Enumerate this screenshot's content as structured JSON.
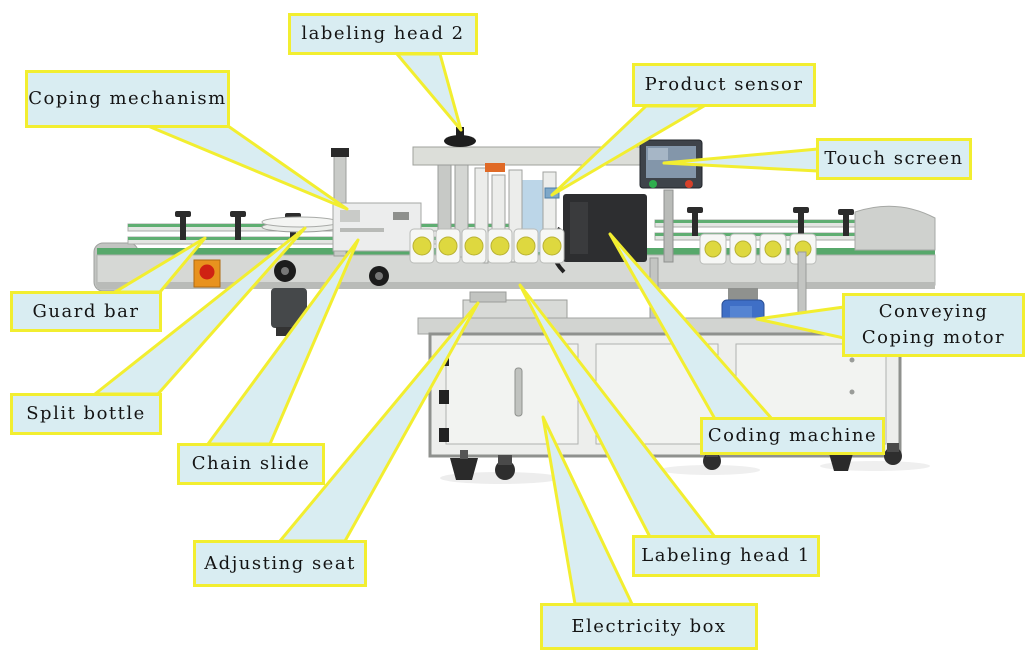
{
  "diagram": {
    "labels": [
      {
        "id": "labeling-head-2",
        "text": "labeling head 2"
      },
      {
        "id": "coping-mechanism",
        "text": "Coping mechanism"
      },
      {
        "id": "product-sensor",
        "text": "Product sensor"
      },
      {
        "id": "touch-screen",
        "text": "Touch screen"
      },
      {
        "id": "guard-bar",
        "text": "Guard bar"
      },
      {
        "id": "split-bottle",
        "text": "Split bottle"
      },
      {
        "id": "chain-slide",
        "text": "Chain slide"
      },
      {
        "id": "adjusting-seat",
        "text": "Adjusting seat"
      },
      {
        "id": "electricity-box",
        "text": "Electricity box"
      },
      {
        "id": "labeling-head-1",
        "text": "Labeling head 1"
      },
      {
        "id": "coding-machine",
        "text": "Coding machine"
      },
      {
        "id": "conveying-coping-motor",
        "text": "Conveying\nCoping motor"
      }
    ],
    "colors": {
      "callout_fill": "#d9edf2",
      "callout_border": "#f2ee30",
      "callout_text": "#141414",
      "belt_green": "#57a86b",
      "motor_blue": "#3f6fc6",
      "estop_orange": "#e8921e",
      "estop_red": "#cf2213",
      "coding_box_black": "#2d2e30",
      "bottle_label_yellow": "#ded83f",
      "machine_gray": "#d6d8d5"
    }
  }
}
